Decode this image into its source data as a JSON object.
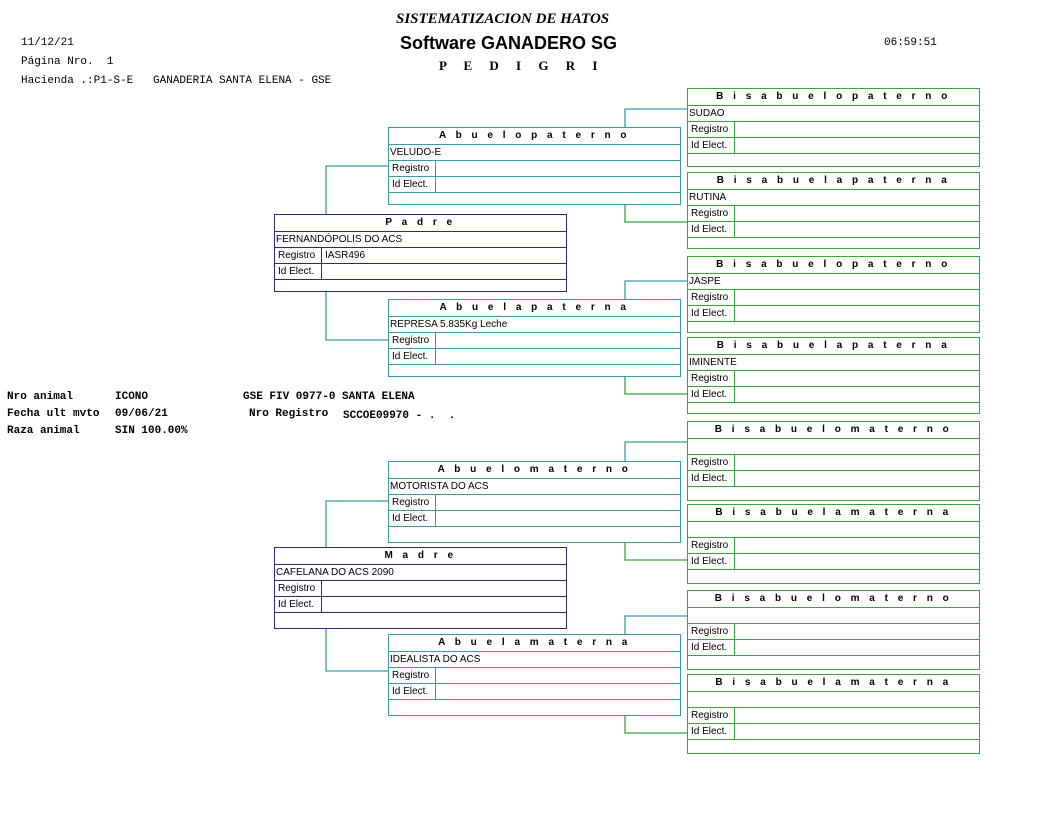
{
  "header": {
    "org_title": "SISTEMATIZACION DE HATOS",
    "app_title": "Software GANADERO SG",
    "report_title": "P E D I G R I",
    "date": "11/12/21",
    "time": "06:59:51",
    "page_label": "Página Nro.  1",
    "farm_label": "Hacienda .:P1-S-E   GANADERIA SANTA ELENA - GSE"
  },
  "animal": {
    "nro_label": "Nro animal",
    "nro_value": "ICONO",
    "fiv_text": "GSE FIV 0977-0 SANTA ELENA",
    "fecha_label": "Fecha ult mvto",
    "fecha_value": "09/06/21",
    "registro_label": "Nro Registro",
    "registro_value": "SCCOE09970 - .  .",
    "raza_label": "Raza animal",
    "raza_value": "SIN 100.00%"
  },
  "labels": {
    "registro": "Registro",
    "id_elect": "Id Elect."
  },
  "colors": {
    "parent": "#2b2a7a",
    "grandparent": "#3a9aa2",
    "great_grandparent": "#39a33d"
  },
  "padre": {
    "title": "P a d r e",
    "name": "FERNANDÓPOLIS DO ACS",
    "registro": "IASR496",
    "id_elect": ""
  },
  "madre": {
    "title": "M a d r e",
    "name": "CAFELANA DO ACS 2090",
    "registro": "",
    "id_elect": ""
  },
  "abuelo_paterno": {
    "title": "A b u e l o   p a t e r n o",
    "name": "VELUDO-E",
    "registro": "",
    "id_elect": ""
  },
  "abuela_paterna": {
    "title": "A b u e l a   p a t e r n a",
    "name": "REPRESA 5.835Kg Leche",
    "registro": "",
    "id_elect": ""
  },
  "abuelo_materno": {
    "title": "A b u e l o   m a t e r n o",
    "name": "MOTORISTA DO ACS",
    "registro": "",
    "id_elect": ""
  },
  "abuela_materna": {
    "title": "A b u e l a   m a t e r n a",
    "name": "IDEALISTA DO ACS",
    "registro": "",
    "id_elect": ""
  },
  "bisabuelos": [
    {
      "title": "B i s a b u e l o   p a t e r n o",
      "name": "SUDAO",
      "registro": "",
      "id_elect": ""
    },
    {
      "title": "B i s a b u e l a   p a t e r n a",
      "name": "RUTINA",
      "registro": "",
      "id_elect": ""
    },
    {
      "title": "B i s a b u e l o   p a t e r n o",
      "name": "JASPE",
      "registro": "",
      "id_elect": ""
    },
    {
      "title": "B i s a b u e l a   p a t e r n a",
      "name": "IMINENTE",
      "registro": "",
      "id_elect": ""
    },
    {
      "title": "B i s a b u e l o  m a t e r n o",
      "name": "",
      "registro": "",
      "id_elect": ""
    },
    {
      "title": "B i s a b u e l a   m a t e r n a",
      "name": "",
      "registro": "",
      "id_elect": ""
    },
    {
      "title": "B i s a b u e l o   m a t e r n o",
      "name": "",
      "registro": "",
      "id_elect": ""
    },
    {
      "title": "B i s a b u e l a   m a t e r n a",
      "name": "",
      "registro": "",
      "id_elect": ""
    }
  ]
}
